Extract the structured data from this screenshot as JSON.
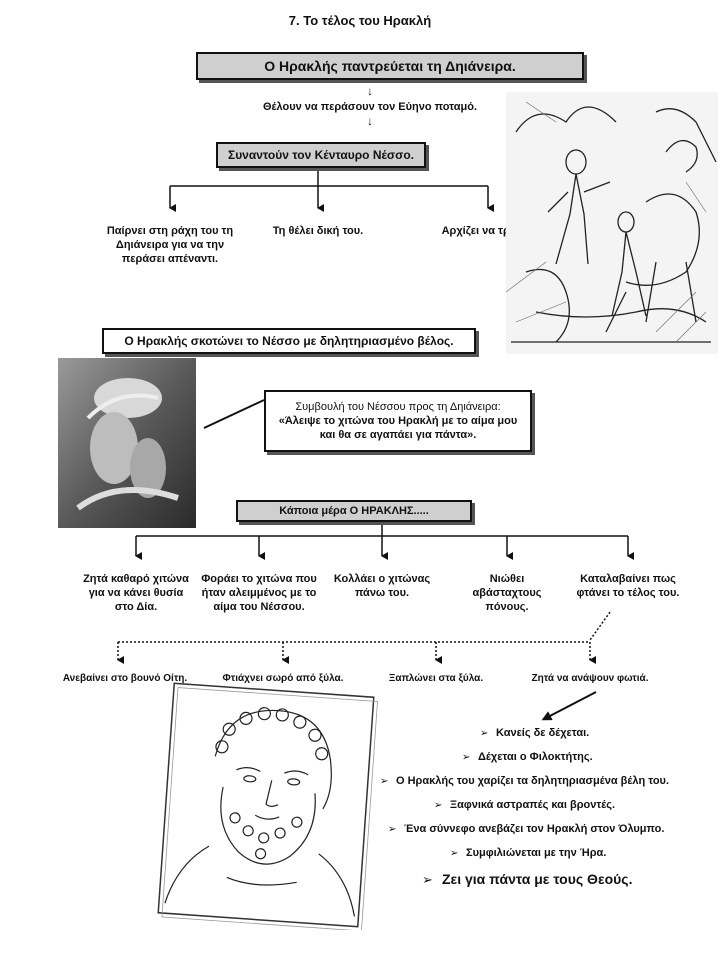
{
  "title": "7.  Το τέλος του Ηρακλή",
  "box_marriage": "Ο Ηρακλής παντρεύεται τη Δηιάνειρα.",
  "river_text": "Θέλουν να περάσουν τον Εύηνο ποταμό.",
  "box_centaur": "Συναντούν τον Κένταυρο Νέσσο.",
  "centaur_actions": [
    "Παίρνει στη ράχη του τη Δηιάνειρα για να την περάσει απέναντι.",
    "Τη θέλει δική του.",
    "Αρχίζει να τρέχει."
  ],
  "box_kill": "Ο Ηρακλής  σκοτώνει το Νέσσο με δηλητηριασμένο βέλος.",
  "advice_line1": "Συμβουλή του Νέσσου προς τη Δηιάνειρα:",
  "advice_line2": "«Άλειψε το χιτώνα του Ηρακλή με το αίμα μου και θα σε αγαπάει για πάντα».",
  "box_someday": "Κάποια μέρα Ο ΗΡΑΚΛΗΣ.....",
  "someday_actions": [
    "Ζητά καθαρό χιτώνα για να κάνει θυσία στο Δία.",
    "Φοράει το χιτώνα που ήταν αλειμμένος με το αίμα του Νέσσου.",
    "Κολλάει ο χιτώνας πάνω του.",
    "Νιώθει αβάσταχτους πόνους.",
    "Καταλαβαίνει πως φτάνει το τέλος του."
  ],
  "end_actions": [
    "Ανεβαίνει στο βουνό Οίτη.",
    "Φτιάχνει σωρό από ξύλα.",
    "Ξαπλώνει στα ξύλα.",
    "Ζητά να ανάψουν φωτιά."
  ],
  "bullets": [
    "Κανείς δε δέχεται.",
    "Δέχεται ο Φιλοκτήτης.",
    "Ο Ηρακλής του χαρίζει τα δηλητηριασμένα βέλη του.",
    "Ξαφνικά αστραπές και βροντές.",
    "Ένα σύννεφο ανεβάζει τον Ηρακλή στον Όλυμπο.",
    "Συμφιλιώνεται με την Ήρα."
  ],
  "final_bullet": "Ζει για πάντα με τους Θεούς.",
  "bullet_marker": "➢",
  "icons": {
    "arrow_down": "↓"
  }
}
